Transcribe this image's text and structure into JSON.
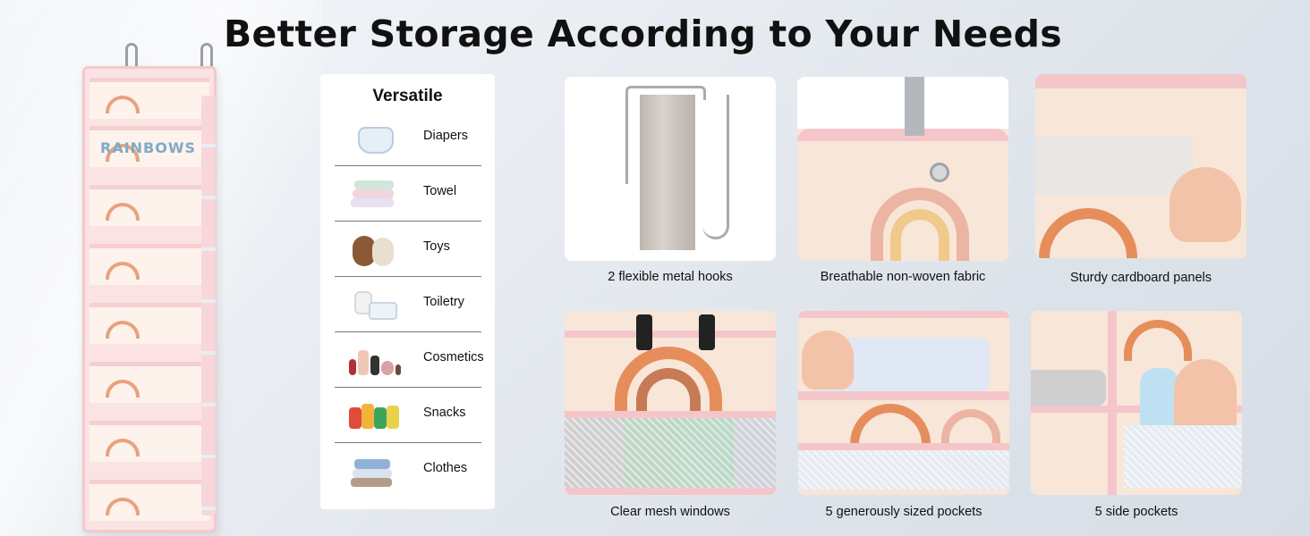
{
  "headline": "Better Storage According to Your Needs",
  "organizer": {
    "print_text": "RAINBOWS"
  },
  "versatile": {
    "title": "Versatile",
    "items": [
      {
        "label": "Diapers",
        "icon": "diaper-icon"
      },
      {
        "label": "Towel",
        "icon": "towel-icon"
      },
      {
        "label": "Toys",
        "icon": "teddy-bear-icon"
      },
      {
        "label": "Toiletry",
        "icon": "toiletry-icon"
      },
      {
        "label": "Cosmetics",
        "icon": "cosmetics-icon"
      },
      {
        "label": "Snacks",
        "icon": "snacks-icon"
      },
      {
        "label": "Clothes",
        "icon": "clothes-icon"
      }
    ]
  },
  "features": [
    {
      "caption": "2 flexible metal hooks"
    },
    {
      "caption": "Breathable non-woven fabric"
    },
    {
      "caption": "Sturdy cardboard panels"
    },
    {
      "caption": "Clear mesh windows"
    },
    {
      "caption": "5 generously sized pockets"
    },
    {
      "caption": "5 side pockets"
    }
  ],
  "colors": {
    "background": "#e9edf2",
    "fabric_pink": "#fbe3e4",
    "rainbow_orange": "#e9a27c",
    "rainbow_brown": "#c77a55",
    "rainbow_blue": "#7fa9c9",
    "text": "#111111"
  }
}
